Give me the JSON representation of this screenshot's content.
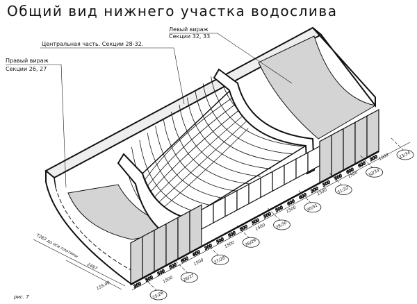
{
  "title": "Общий вид нижнего участка водослива",
  "callouts": {
    "left_bend_title": "Левый вираж",
    "left_bend_sections": "Секции 32, 33",
    "central_part": "Центральная часть. Секции 28-32.",
    "right_bend_title": "Правый вираж",
    "right_bend_sections": "Секции 26, 27"
  },
  "axis_labels": [
    "25/26",
    "26/27",
    "27/28",
    "28/29",
    "29/30",
    "30/31",
    "31/32",
    "32/33",
    "33/34"
  ],
  "section_span": "1500",
  "block_dims": [
    "300",
    "500",
    "500",
    "500",
    "600",
    "600",
    "300",
    "500",
    "500",
    "500",
    "500",
    "500",
    "500",
    "600",
    "600",
    "300",
    "500",
    "500",
    "600",
    "600",
    "300"
  ],
  "left_dims": {
    "axis_offset": "T283 до оси плотины",
    "width": "2497",
    "elevation": "155.00"
  },
  "figure_caption": "рис. 7",
  "colors": {
    "fill_gray": "#d4d4d4",
    "line": "#111111"
  }
}
